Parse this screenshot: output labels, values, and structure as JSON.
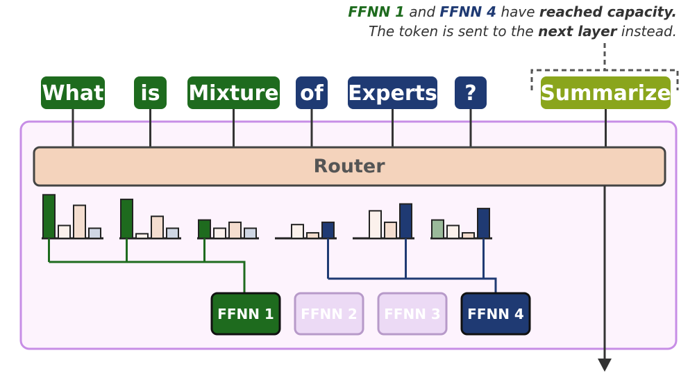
{
  "colors": {
    "green": "#1e6b1e",
    "navy": "#1f3a73",
    "olive": "#8aa51c",
    "router_fill": "#f4d3bc",
    "panel_fill": "#fdf3fd",
    "panel_border": "#c78ee6",
    "disabled_fill": "#ecdaf5",
    "disabled_stroke": "#b79ac9",
    "disabled_text": "#ffffff"
  },
  "annotation": {
    "line1": {
      "ffnn1": "FFNN 1",
      "and": " and ",
      "ffnn4": "FFNN 4",
      "have": " have ",
      "capacity": "reached capacity."
    },
    "line2": {
      "pre": "The token is sent to the ",
      "next_layer": "next layer",
      "post": " instead."
    }
  },
  "tokens": [
    {
      "text": "What",
      "color": "green"
    },
    {
      "text": "is",
      "color": "green"
    },
    {
      "text": "Mixture",
      "color": "green"
    },
    {
      "text": "of",
      "color": "navy"
    },
    {
      "text": "Experts",
      "color": "navy"
    },
    {
      "text": "?",
      "color": "navy"
    },
    {
      "text": "Summarize",
      "color": "olive"
    }
  ],
  "router": {
    "label": "Router"
  },
  "experts": [
    {
      "label": "FFNN 1",
      "state": "active-green"
    },
    {
      "label": "FFNN 2",
      "state": "disabled"
    },
    {
      "label": "FFNN 3",
      "state": "disabled"
    },
    {
      "label": "FFNN 4",
      "state": "active-navy"
    }
  ],
  "routing_weights": [
    {
      "values": [
        0.95,
        0.28,
        0.72,
        0.22
      ],
      "selected": 0,
      "color": "green"
    },
    {
      "values": [
        0.85,
        0.1,
        0.48,
        0.22
      ],
      "selected": 0,
      "color": "green"
    },
    {
      "values": [
        0.4,
        0.22,
        0.35,
        0.22
      ],
      "selected": 0,
      "color": "green"
    },
    {
      "values": [
        0.0,
        0.3,
        0.12,
        0.35
      ],
      "selected": 3,
      "color": "navy"
    },
    {
      "values": [
        0.0,
        0.6,
        0.35,
        0.75
      ],
      "selected": 3,
      "color": "navy"
    },
    {
      "values": [
        0.4,
        0.28,
        0.12,
        0.65
      ],
      "selected": 3,
      "color": "navy"
    }
  ]
}
